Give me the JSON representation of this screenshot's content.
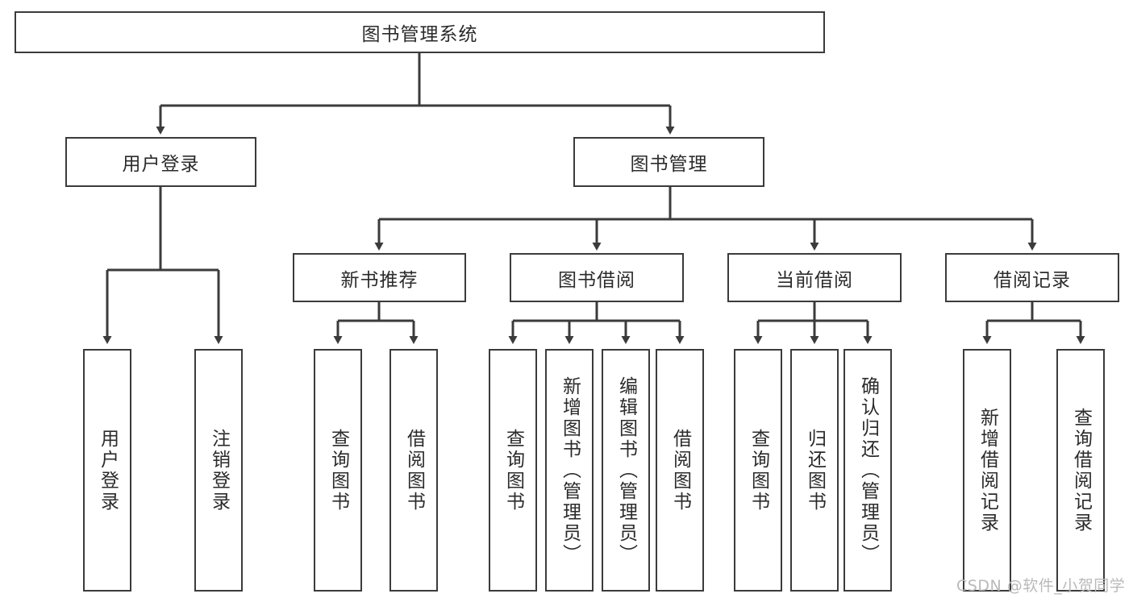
{
  "diagram": {
    "title": "图书管理系统",
    "type": "tree-hierarchy-chart",
    "colors": {
      "box_border": "#3b3b3b",
      "box_fill": "#ffffff",
      "connector": "#3b3b3b",
      "text": "#2b2b2b",
      "watermark": "#b9b9b9"
    },
    "root": {
      "label": "图书管理系统"
    },
    "level2": [
      {
        "label": "用户登录"
      },
      {
        "label": "图书管理"
      }
    ],
    "level3": [
      {
        "label": "新书推荐"
      },
      {
        "label": "图书借阅"
      },
      {
        "label": "当前借阅"
      },
      {
        "label": "借阅记录"
      }
    ],
    "leaves": {
      "user_login": [
        {
          "label": "用户登录"
        },
        {
          "label": "注销登录"
        }
      ],
      "new_book_recommend": [
        {
          "label": "查询图书"
        },
        {
          "label": "借阅图书"
        }
      ],
      "book_borrow": [
        {
          "label": "查询图书"
        },
        {
          "label": "新增图书（管理员）"
        },
        {
          "label": "编辑图书（管理员）"
        },
        {
          "label": "借阅图书"
        }
      ],
      "current_borrow": [
        {
          "label": "查询图书"
        },
        {
          "label": "归还图书"
        },
        {
          "label": "确认归还（管理员）"
        }
      ],
      "borrow_records": [
        {
          "label": "新增借阅记录"
        },
        {
          "label": "查询借阅记录"
        }
      ]
    },
    "watermark": "CSDN @软件_小贺同学"
  }
}
